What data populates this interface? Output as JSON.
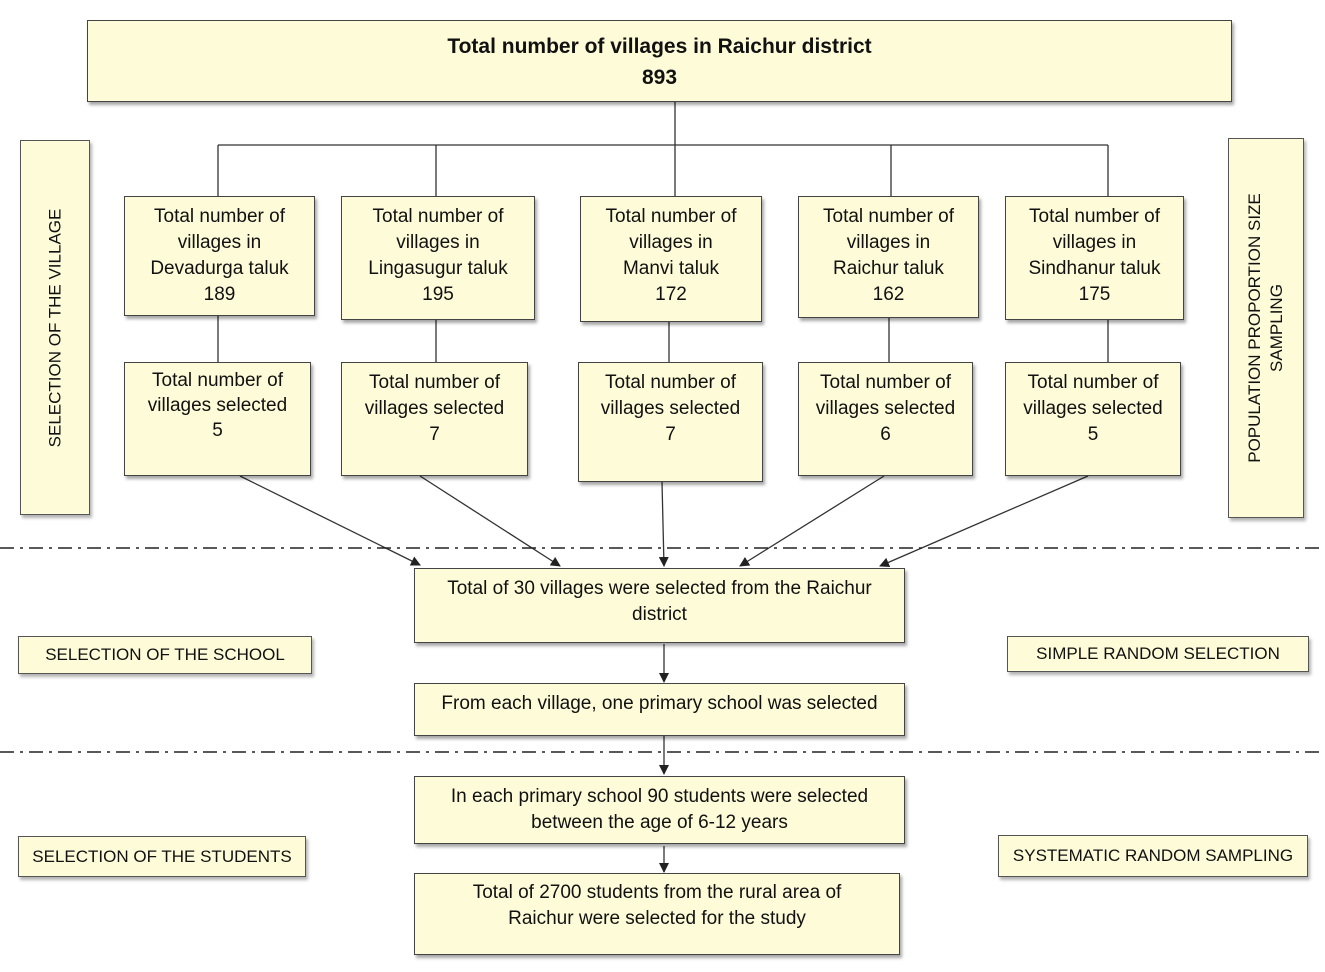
{
  "title": {
    "line1": "Total number of villages in Raichur district",
    "line2": "893"
  },
  "taluks": [
    {
      "total_line1": "Total number  of",
      "total_line2": "villages in",
      "total_line3": "Devadurga taluk",
      "total_value": "189",
      "selected_line1": "Total number of",
      "selected_line2": "villages selected",
      "selected_value": "5"
    },
    {
      "total_line1": "Total number  of",
      "total_line2": "villages in",
      "total_line3": "Lingasugur taluk",
      "total_value": "195",
      "selected_line1": "Total number  of",
      "selected_line2": "villages selected",
      "selected_value": "7"
    },
    {
      "total_line1": "Total number  of",
      "total_line2": "villages in",
      "total_line3": "Manvi taluk",
      "total_value": "172",
      "selected_line1": "Total number  of",
      "selected_line2": "villages selected",
      "selected_value": "7"
    },
    {
      "total_line1": "Total number  of",
      "total_line2": "villages in",
      "total_line3": "Raichur taluk",
      "total_value": "162",
      "selected_line1": "Total number  of",
      "selected_line2": "villages selected",
      "selected_value": "6"
    },
    {
      "total_line1": "Total number  of",
      "total_line2": "villages in",
      "total_line3": "Sindhanur taluk",
      "total_value": "175",
      "selected_line1": "Total number  of",
      "selected_line2": "villages selected",
      "selected_value": "5"
    }
  ],
  "flow": {
    "villages_line1": "Total of 30 villages were selected from the Raichur",
    "villages_line2": "district",
    "school": "From  each village, one primary  school was selected",
    "students_line1": "In each primary  school 90 students were selected",
    "students_line2": "between the age of 6-12 years",
    "total_line1": "Total of 2700 students from the rural area of",
    "total_line2": "Raichur were selected for the study"
  },
  "side_labels": {
    "selection_village": "SELECTION OF THE VILLAGE",
    "pps_line1": "POPULATION PROPORTION SIZE",
    "pps_line2": "SAMPLING",
    "selection_school": "SELECTION OF THE SCHOOL",
    "simple_random": "SIMPLE RANDOM SELECTION",
    "selection_students": "SELECTION OF THE STUDENTS",
    "systematic_random": "SYSTEMATIC RANDOM SAMPLING"
  }
}
